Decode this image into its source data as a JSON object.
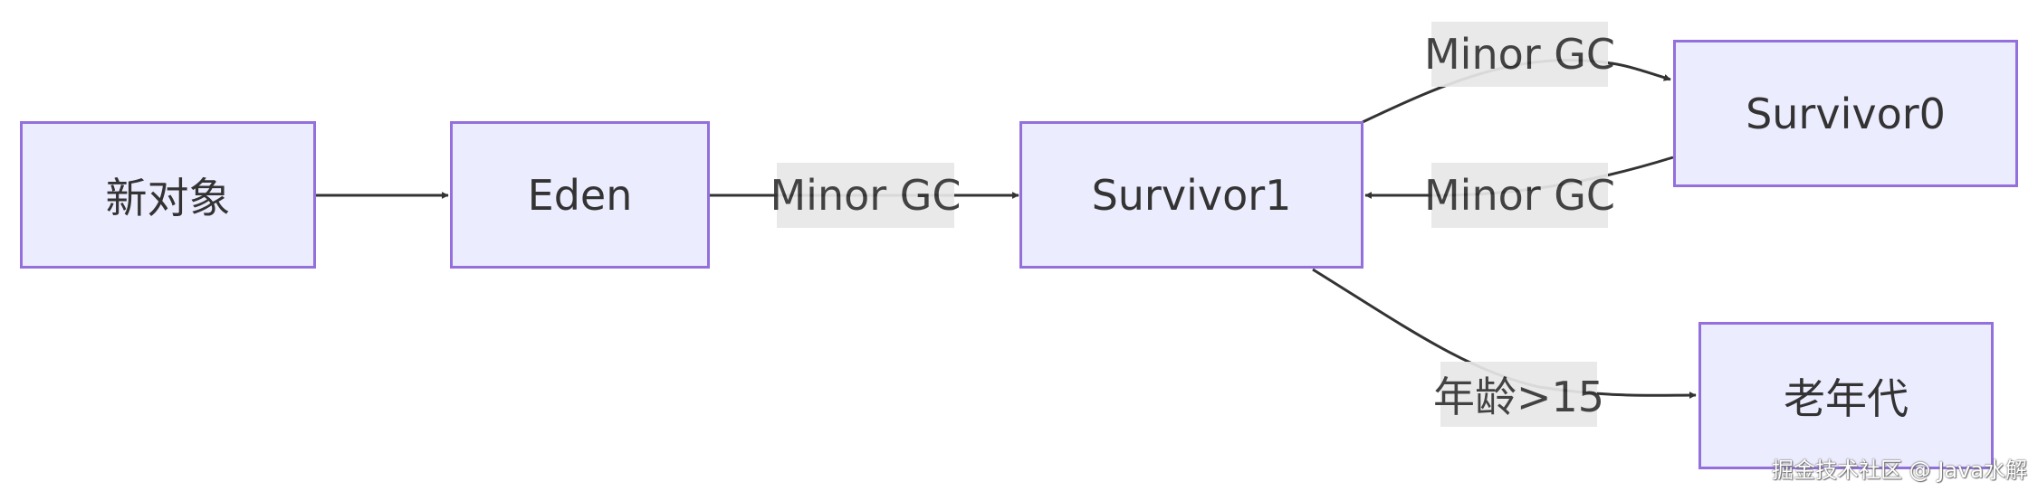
{
  "nodes": {
    "new_object": "新对象",
    "eden": "Eden",
    "survivor1": "Survivor1",
    "survivor0": "Survivor0",
    "old_gen": "老年代"
  },
  "edges": {
    "eden_to_s1": "Minor GC",
    "s1_to_s0": "Minor GC",
    "s0_to_s1": "Minor GC",
    "s1_to_old": "年龄>15"
  },
  "watermark": "掘金技术社区 @ Java水解",
  "colors": {
    "node_fill": "#ececff",
    "node_border": "#9370db",
    "edge": "#333333",
    "label_bg": "#e8e8e8"
  }
}
